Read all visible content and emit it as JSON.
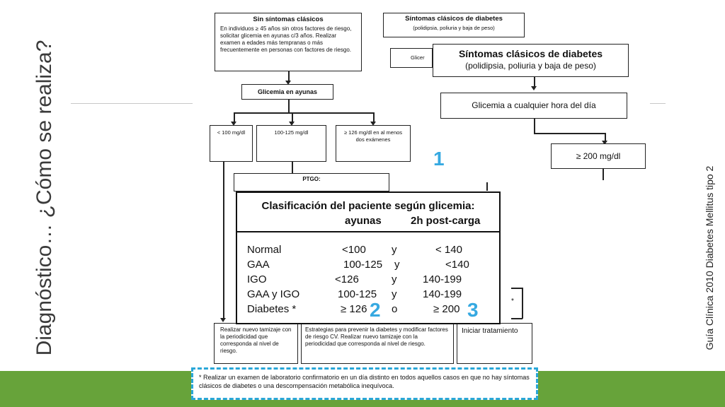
{
  "slide": {
    "title": "Diagnóstico… ¿Cómo se realiza?",
    "citation": "Guía Clínica 2010 Diabetes Mellitus tipo 2"
  },
  "flow": {
    "no_symptoms": {
      "title": "Sin síntomas clásicos",
      "body": "En individuos ≥ 45 años sin otros factores de riesgo, solicitar glicemia en ayunas c/3 años. Realizar examen a edades más tempranas o más frecuentemente en personas con factores de riesgo."
    },
    "symptoms_small": {
      "title": "Síntomas clásicos de diabetes",
      "subtitle": "(polidipsia, poliuria y baja de peso)"
    },
    "glicer_partial": "Glicer",
    "fasting": "Glicemia en ayunas",
    "lt100": "< 100 mg/dl",
    "range100_125": "100-125 mg/dl",
    "ge126": "≥ 126 mg/dl en al menos dos exámenes",
    "ptgo": "PTGO:",
    "bottom_left": "Realizar nuevo tamizaje con la periodicidad que corresponda al nivel de riesgo.",
    "bottom_mid": "Estrategias para prevenir la diabetes y modificar factores de riesgo CV. Realizar nuevo tamizaje con la periodicidad que corresponda al nivel de riesgo.",
    "bottom_right": "Iniciar tratamiento",
    "asterisk": "*"
  },
  "overlay": {
    "symptoms": {
      "title": "Síntomas clásicos de diabetes",
      "subtitle": "(polidipsia, poliuria y baja de peso)"
    },
    "any_time": "Glicemia a cualquier hora del día",
    "ge200": "≥ 200 mg/dl"
  },
  "classification": {
    "title": "Clasificación del paciente según glicemia:",
    "col_fasting": "ayunas",
    "col_post": "2h post-carga",
    "rows": [
      {
        "name": "Normal",
        "fasting": "<100",
        "conj": "y",
        "post": "< 140"
      },
      {
        "name": "GAA",
        "fasting": "100-125",
        "conj": "y",
        "post": "<140"
      },
      {
        "name": "IGO",
        "fasting": "<126",
        "conj": "y",
        "post": "140-199"
      },
      {
        "name": "GAA y IGO",
        "fasting": "100-125",
        "conj": "y",
        "post": "140-199"
      },
      {
        "name": "Diabetes *",
        "fasting": "≥ 126",
        "conj": "o",
        "post": "≥ 200"
      }
    ]
  },
  "markers": [
    "1",
    "2",
    "3"
  ],
  "footnote": "* Realizar un examen de laboratorio confirmatorio en un día distinto en todos aquellos casos en que no hay síntomas clásicos de diabetes o una descompensación metabólica inequívoca.",
  "colors": {
    "accent": "#36a9e1",
    "footer_bar": "#67a33a",
    "dashed_border": "#2aa7d8"
  }
}
